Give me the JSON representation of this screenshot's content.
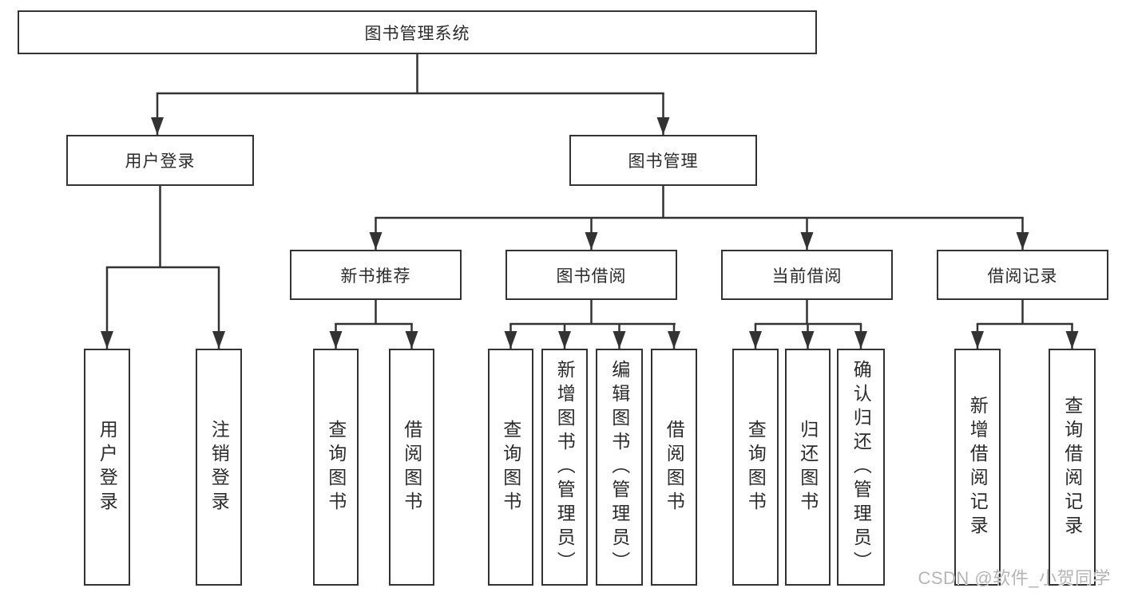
{
  "tree": {
    "label": "图书管理系统",
    "children": [
      {
        "label": "用户登录",
        "children": [
          {
            "label": "用户登录"
          },
          {
            "label": "注销登录"
          }
        ]
      },
      {
        "label": "图书管理",
        "children": [
          {
            "label": "新书推荐",
            "children": [
              {
                "label": "查询图书"
              },
              {
                "label": "借阅图书"
              }
            ]
          },
          {
            "label": "图书借阅",
            "children": [
              {
                "label": "查询图书"
              },
              {
                "label": "新增图书（管理员）"
              },
              {
                "label": "编辑图书（管理员）"
              },
              {
                "label": "借阅图书"
              }
            ]
          },
          {
            "label": "当前借阅",
            "children": [
              {
                "label": "查询图书"
              },
              {
                "label": "归还图书"
              },
              {
                "label": "确认归还（管理员）"
              }
            ]
          },
          {
            "label": "借阅记录",
            "children": [
              {
                "label": "新增借阅记录"
              },
              {
                "label": "查询借阅记录"
              }
            ]
          }
        ]
      }
    ]
  },
  "watermark": "CSDN @软件_小贺同学",
  "colors": {
    "line": "#333333",
    "box_border": "#333333",
    "text": "#2b2b2b",
    "background": "#ffffff",
    "watermark": "#b5b5b5"
  }
}
